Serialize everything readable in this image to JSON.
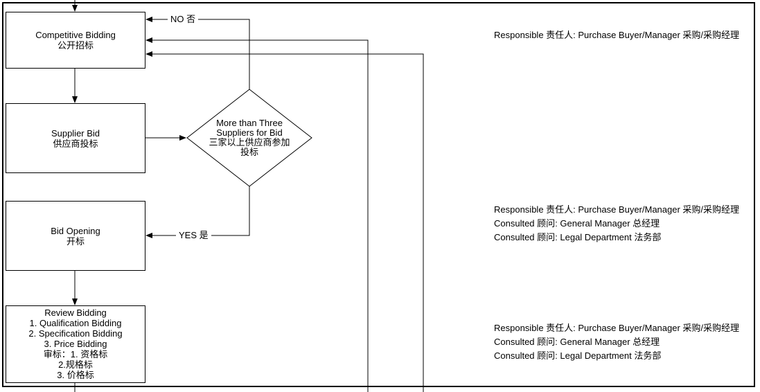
{
  "boxes": {
    "competitive_bidding": {
      "en": "Competitive Bidding",
      "zh": "公开招标"
    },
    "supplier_bid": {
      "en": "Supplier Bid",
      "zh": "供应商投标"
    },
    "bid_opening": {
      "en": "Bid Opening",
      "zh": "开标"
    },
    "review_bidding": {
      "lines": [
        "Review Bidding",
        "1. Qualification Bidding",
        "2. Specification Bidding",
        "3. Price Bidding",
        "审标：1. 资格标",
        "2.规格标",
        "3. 价格标"
      ]
    }
  },
  "decision": {
    "lines": [
      "More than Three",
      "Suppliers for Bid",
      "三家以上供应商参加",
      "投标"
    ]
  },
  "edge_labels": {
    "no": "NO 否",
    "yes": "YES 是"
  },
  "responsibility": {
    "group1": [
      "Responsible 责任人: Purchase Buyer/Manager 采购/采购经理"
    ],
    "group2": [
      "Responsible 责任人: Purchase Buyer/Manager 采购/采购经理",
      "Consulted 顾问: General Manager 总经理",
      "Consulted 顾问: Legal Department 法务部"
    ],
    "group3": [
      "Responsible 责任人: Purchase Buyer/Manager 采购/采购经理",
      "Consulted 顾问: General Manager 总经理",
      "Consulted 顾问: Legal Department 法务部"
    ]
  }
}
